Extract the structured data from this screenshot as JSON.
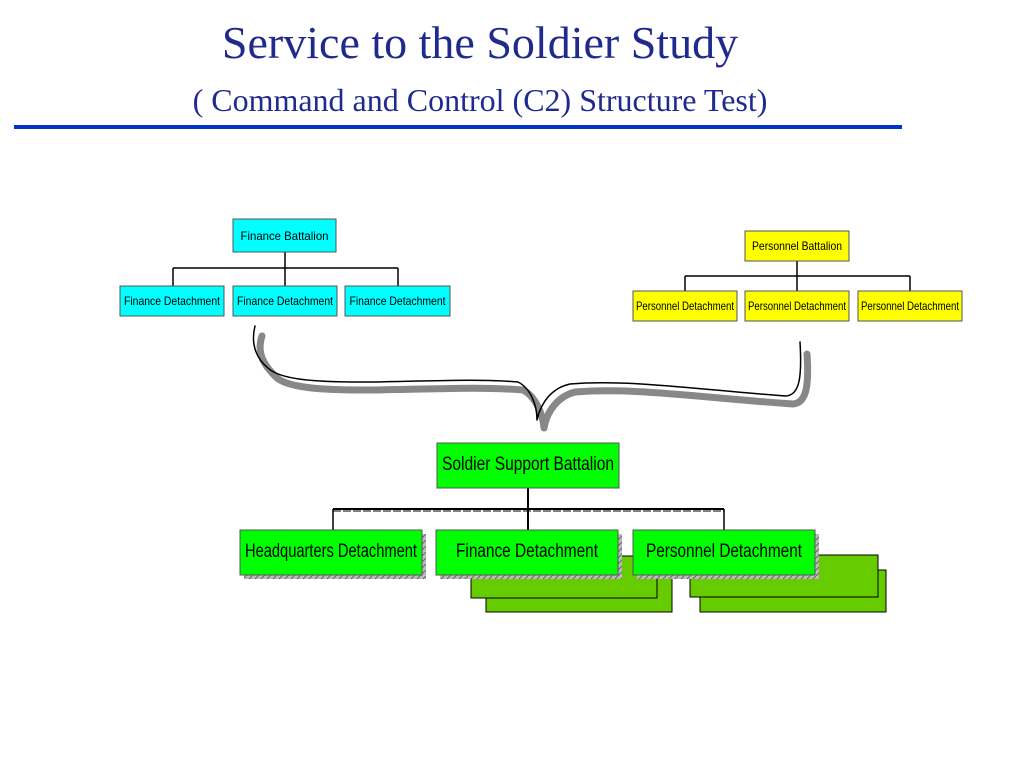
{
  "title": "Service to the Soldier Study",
  "subtitle": "( Command and Control (C2) Structure Test)",
  "finance": {
    "battalion": "Finance Battalion",
    "detachments": [
      "Finance Detachment",
      "Finance Detachment",
      "Finance Detachment"
    ],
    "color": "#00ffff"
  },
  "personnel": {
    "battalion": "Personnel Battalion",
    "detachments": [
      "Personnel Detachment",
      "Personnel Detachment",
      "Personnel Detachment"
    ],
    "color": "#ffff00"
  },
  "ssb": {
    "battalion": "Soldier Support Battalion",
    "detachments": [
      "Headquarters Detachment",
      "Finance Detachment",
      "Personnel Detachment"
    ],
    "color": "#00ff00",
    "shadow_color": "#66cc00"
  }
}
